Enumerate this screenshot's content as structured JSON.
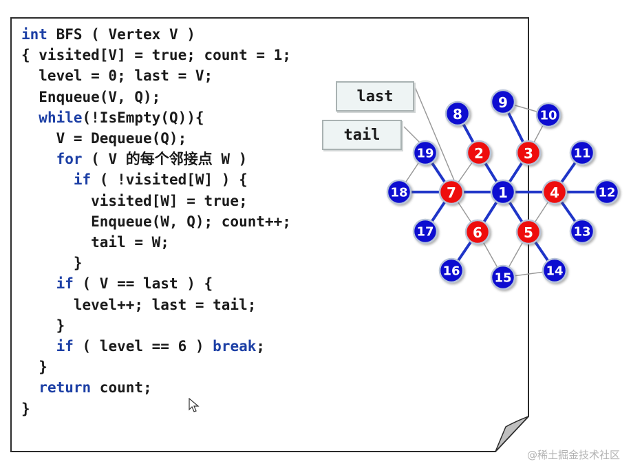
{
  "code": [
    [
      {
        "t": "int",
        "kw": true
      },
      {
        "t": " BFS ( Vertex V )"
      }
    ],
    [
      {
        "t": "{ visited[V] = true; count = 1;"
      }
    ],
    [
      {
        "t": "  level = 0; last = V;"
      }
    ],
    [
      {
        "t": "  Enqueue(V, Q);"
      }
    ],
    [
      {
        "t": "  "
      },
      {
        "t": "while",
        "kw": true
      },
      {
        "t": "(!IsEmpty(Q)){"
      }
    ],
    [
      {
        "t": "    V = Dequeue(Q);"
      }
    ],
    [
      {
        "t": "    "
      },
      {
        "t": "for",
        "kw": true
      },
      {
        "t": " ( V 的每个邻接点 W )"
      }
    ],
    [
      {
        "t": "      "
      },
      {
        "t": "if",
        "kw": true
      },
      {
        "t": " ( !visited[W] ) {"
      }
    ],
    [
      {
        "t": "        visited[W] = true;"
      }
    ],
    [
      {
        "t": "        Enqueue(W, Q); count++;"
      }
    ],
    [
      {
        "t": "        tail = W;"
      }
    ],
    [
      {
        "t": "      }"
      }
    ],
    [
      {
        "t": "    "
      },
      {
        "t": "if",
        "kw": true
      },
      {
        "t": " ( V == last ) {"
      }
    ],
    [
      {
        "t": "      level++; last = tail;"
      }
    ],
    [
      {
        "t": "    }"
      }
    ],
    [
      {
        "t": "    "
      },
      {
        "t": "if",
        "kw": true
      },
      {
        "t": " ( level == 6 ) "
      },
      {
        "t": "break",
        "kw": true
      },
      {
        "t": ";"
      }
    ],
    [
      {
        "t": "  }"
      }
    ],
    [
      {
        "t": "  "
      },
      {
        "t": "return",
        "kw": true
      },
      {
        "t": " count;"
      }
    ],
    [
      {
        "t": "}"
      }
    ]
  ],
  "callouts": {
    "last": "last",
    "tail": "tail"
  },
  "graph": {
    "nodes": [
      {
        "id": "1",
        "color": "blue"
      },
      {
        "id": "2",
        "color": "red"
      },
      {
        "id": "3",
        "color": "red"
      },
      {
        "id": "4",
        "color": "red"
      },
      {
        "id": "5",
        "color": "red"
      },
      {
        "id": "6",
        "color": "red"
      },
      {
        "id": "7",
        "color": "red"
      },
      {
        "id": "8",
        "color": "blue"
      },
      {
        "id": "9",
        "color": "blue"
      },
      {
        "id": "10",
        "color": "blue"
      },
      {
        "id": "11",
        "color": "blue"
      },
      {
        "id": "12",
        "color": "blue"
      },
      {
        "id": "13",
        "color": "blue"
      },
      {
        "id": "14",
        "color": "blue"
      },
      {
        "id": "15",
        "color": "blue"
      },
      {
        "id": "16",
        "color": "blue"
      },
      {
        "id": "17",
        "color": "blue"
      },
      {
        "id": "18",
        "color": "blue"
      },
      {
        "id": "19",
        "color": "blue"
      }
    ],
    "visited_edges": [
      [
        "1",
        "2"
      ],
      [
        "1",
        "3"
      ],
      [
        "1",
        "4"
      ],
      [
        "1",
        "5"
      ],
      [
        "1",
        "6"
      ],
      [
        "1",
        "7"
      ],
      [
        "2",
        "8"
      ],
      [
        "3",
        "9"
      ],
      [
        "4",
        "11"
      ],
      [
        "4",
        "12"
      ],
      [
        "4",
        "13"
      ],
      [
        "5",
        "14"
      ],
      [
        "6",
        "16"
      ],
      [
        "7",
        "17"
      ],
      [
        "7",
        "18"
      ],
      [
        "7",
        "19"
      ]
    ],
    "other_edges": [
      [
        "9",
        "10"
      ],
      [
        "10",
        "3"
      ],
      [
        "19",
        "18"
      ],
      [
        "7",
        "6"
      ],
      [
        "6",
        "15"
      ],
      [
        "15",
        "14"
      ],
      [
        "15",
        "5"
      ],
      [
        "5",
        "4"
      ],
      [
        "2",
        "7"
      ]
    ]
  },
  "colors": {
    "blue": "#0a0fd0",
    "red": "#ee0b0b",
    "node_stroke": "#b8c4d8",
    "edge_visited": "#1f35c8",
    "edge_other": "#9a9a9a",
    "keyword": "#1c3fa5"
  },
  "watermark": "@稀土掘金技术社区"
}
